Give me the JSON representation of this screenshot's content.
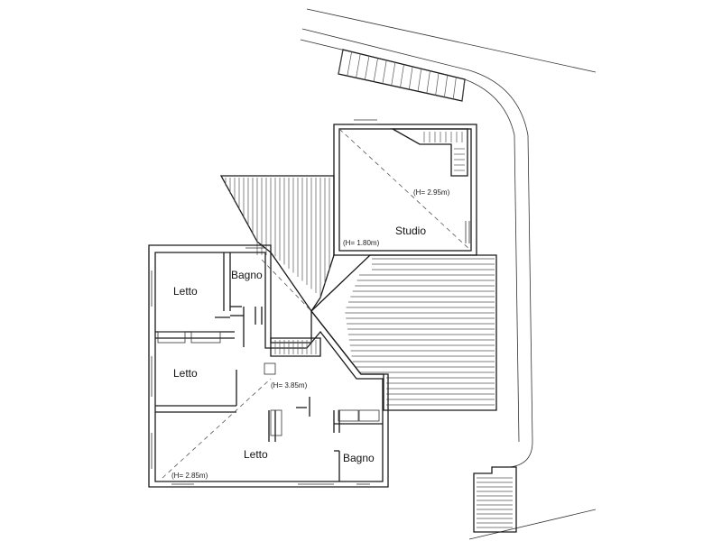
{
  "rooms": {
    "studio": "Studio",
    "letto_top": "Letto",
    "bagno_top": "Bagno",
    "letto_mid": "Letto",
    "letto_bottom": "Letto",
    "bagno_bottom": "Bagno"
  },
  "heights": {
    "studio_high": "(H= 2.95m)",
    "studio_low": "(H= 1.80m)",
    "main_high": "(H= 3.85m)",
    "main_low": "(H= 2.85m)"
  }
}
